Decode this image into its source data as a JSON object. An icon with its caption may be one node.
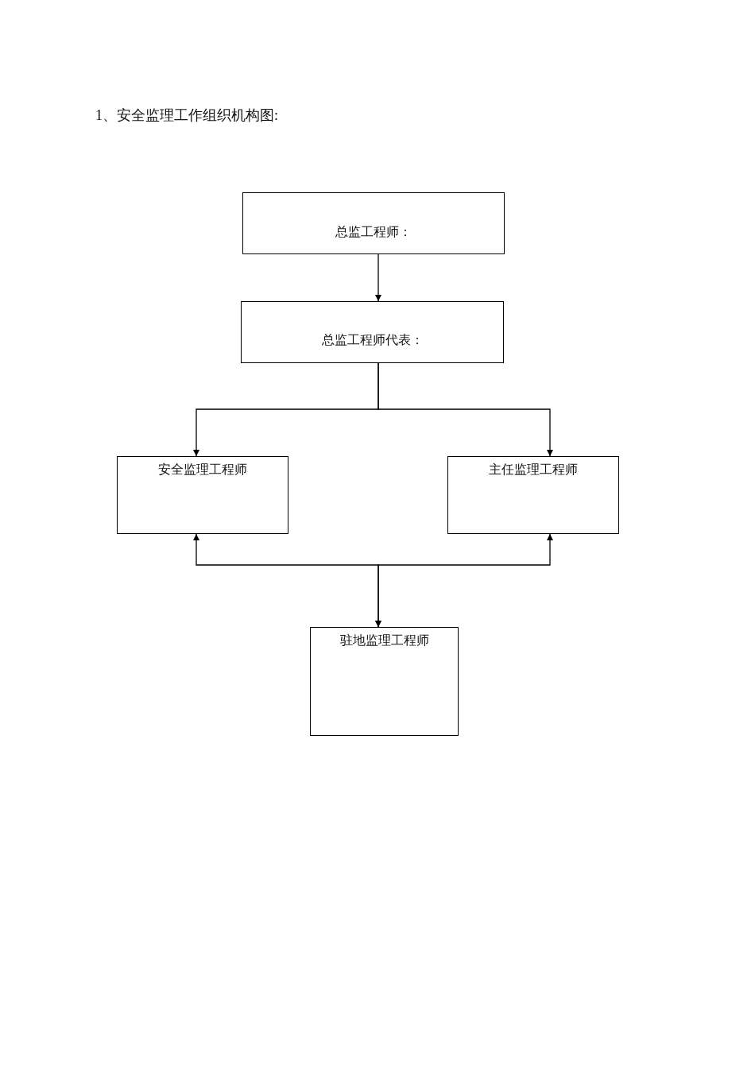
{
  "diagram": {
    "title": "1、安全监理工作组织机构图:",
    "nodes": [
      {
        "text": [
          "总监工程师："
        ]
      },
      {
        "text": [
          "总监工程师代表："
        ]
      },
      {
        "text": [
          "安全监理工程师"
        ]
      },
      {
        "text": [
          "主任监理工程师"
        ]
      },
      {
        "text": [
          "驻地监理工程师"
        ]
      }
    ],
    "edges": [
      {
        "from": 0,
        "to": 1,
        "arrow": "to"
      },
      {
        "from": 1,
        "to": 2,
        "arrow": "to"
      },
      {
        "from": 1,
        "to": 3,
        "arrow": "to"
      },
      {
        "from": 2,
        "to": 4,
        "arrow": "both"
      },
      {
        "from": 3,
        "to": 4,
        "arrow": "both"
      }
    ]
  }
}
